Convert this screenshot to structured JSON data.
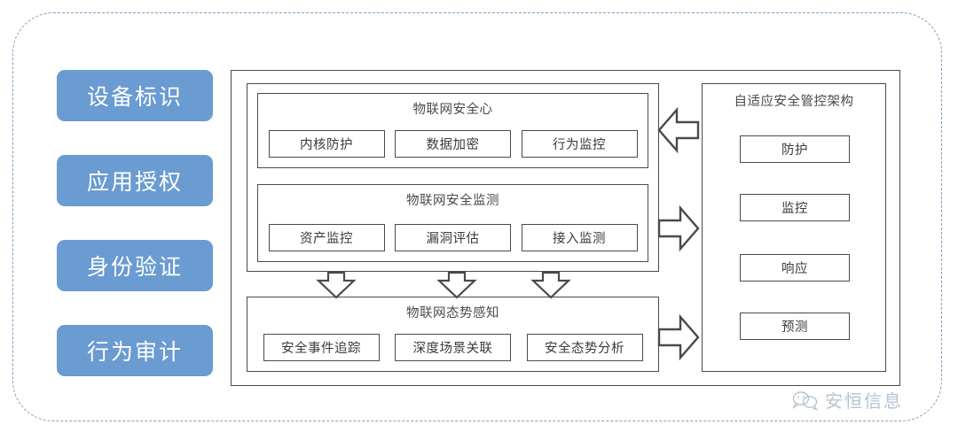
{
  "left_pills": [
    {
      "label": "设备标识"
    },
    {
      "label": "应用授权"
    },
    {
      "label": "身份验证"
    },
    {
      "label": "行为审计"
    }
  ],
  "center": {
    "groups": [
      {
        "title": "物联网安全心",
        "chips": [
          "内核防护",
          "数据加密",
          "行为监控"
        ]
      },
      {
        "title": "物联网安全监测",
        "chips": [
          "资产监控",
          "漏洞评估",
          "接入监测"
        ]
      },
      {
        "title": "物联网态势感知",
        "chips": [
          "安全事件追踪",
          "深度场景关联",
          "安全态势分析"
        ]
      }
    ]
  },
  "right_panel": {
    "title": "自适应安全管控架构",
    "chips": [
      "防护",
      "监控",
      "响应",
      "预测"
    ]
  },
  "arrows": [
    {
      "name": "arrow-left-top",
      "direction": "left"
    },
    {
      "name": "arrow-right-mid",
      "direction": "right"
    },
    {
      "name": "arrow-right-bottom",
      "direction": "right"
    },
    {
      "name": "arrow-down-0",
      "direction": "down"
    },
    {
      "name": "arrow-down-1",
      "direction": "down"
    },
    {
      "name": "arrow-down-2",
      "direction": "down"
    }
  ],
  "watermark": {
    "text": "安恒信息",
    "icon": "wechat-bubbles-icon"
  },
  "colors": {
    "pill_blue": "#6a9bd1",
    "border_gray": "#4a4a4a",
    "dashed_frame": "#7f9fc4",
    "watermark": "#aab8cc",
    "background": "#ffffff"
  }
}
